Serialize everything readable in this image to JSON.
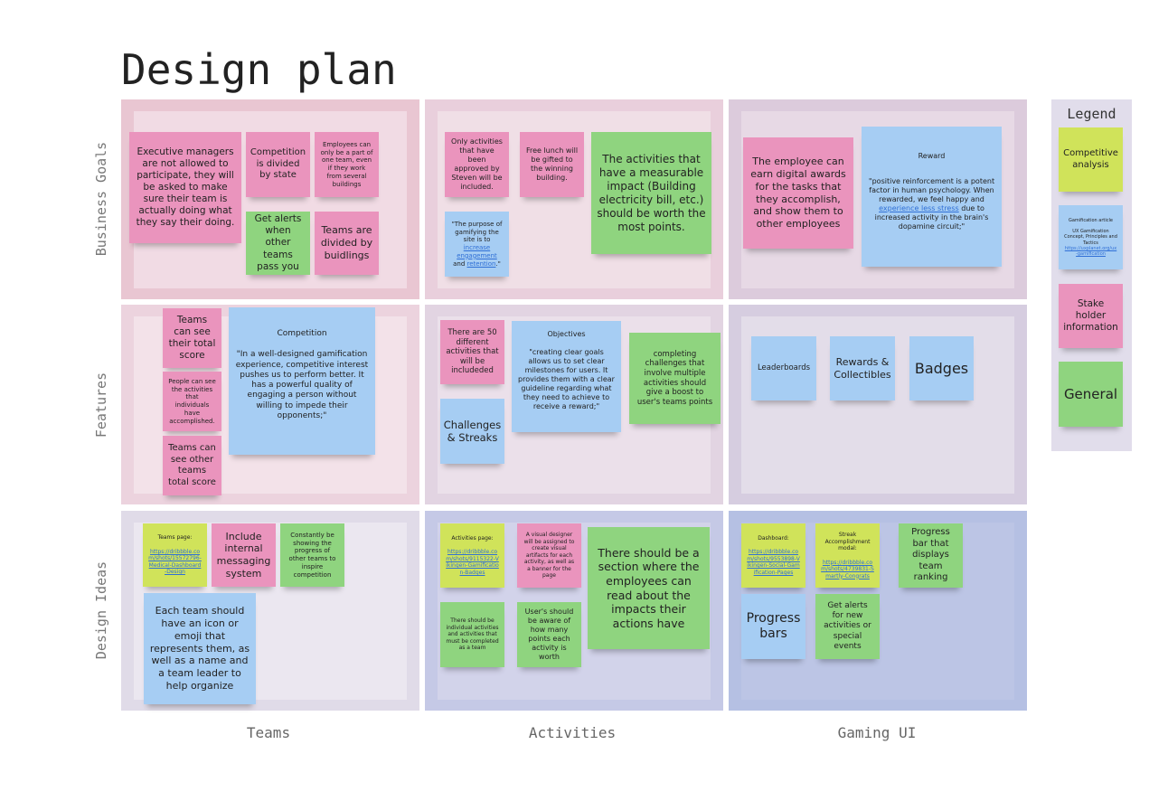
{
  "title": "Design plan",
  "rows": [
    "Business Goals",
    "Features",
    "Design Ideas"
  ],
  "columns": [
    "Teams",
    "Activities",
    "Gaming UI"
  ],
  "legend": {
    "title": "Legend",
    "items": [
      {
        "label": "Competitive analysis"
      },
      {
        "header": "Gamification article",
        "body": "UX Gamification Concept, Principles and Tactics",
        "link": "https://uxplanet.org/ux-gamification"
      },
      {
        "label": "Stake holder information"
      },
      {
        "label": "General"
      }
    ]
  },
  "notes": {
    "bg_teams": [
      "Executive managers are not allowed to participate, they will be asked to make sure their team is actually doing what they say their doing.",
      "Competition is divided by state",
      "Employees can only be a part of one team, even if they work from several buildings",
      "Get alerts when other teams pass you",
      "Teams are divided by buidlings"
    ],
    "bg_activities": [
      "Only activities that have been approved by Steven will be included.",
      "Free lunch will be gifted to the winning building.",
      "The activities that have a measurable impact (Building electricity bill, etc.) should be worth the most points.",
      {
        "pre": "\"The purpose of gamifying the site is to ",
        "link": "increase engagement",
        "mid": " and ",
        "link2": "retention",
        "post": ".\""
      }
    ],
    "bg_gaming": [
      "The employee can earn digital awards for the tasks that they accomplish, and show them to other employees",
      {
        "header": "Reward",
        "pre": "\"positive reinforcement is a potent factor in human psychology. When rewarded, we feel happy and ",
        "link": "experience less stress",
        "post": " due to increased activity in the brain's dopamine circuit;\""
      }
    ],
    "f_teams": [
      "Teams can see their total score",
      "People can see the activities that individuals have accomplished.",
      "Teams can see other teams total score",
      {
        "header": "Competition",
        "body": "\"In a well-designed gamification experience, competitive interest pushes us to perform better. It has a powerful quality of engaging a person without willing to impede their opponents;\""
      }
    ],
    "f_activities": [
      "There are 50 different activities that will be includeded",
      "Challenges & Streaks",
      {
        "header": "Objectives",
        "body": "\"creating clear goals allows us to set clear milestones for users. It provides them with a clear guideline regarding what they need to achieve to receive a reward;\""
      },
      "completing challenges that involve multiple activities should give a boost to user's teams points"
    ],
    "f_gaming": [
      "Leaderboards",
      "Rewards & Collectibles",
      "Badges"
    ],
    "d_teams": [
      {
        "header": "Teams page:",
        "link": "https://dribbble.com/shots/15572796-Medical-Dashboard-Design"
      },
      "Include internal messaging system",
      "Constantly be showing the progress of other teams to inspire competition",
      "Each team should have an icon or emoji that represents them, as well as a name and a team leader to help organize"
    ],
    "d_activities": [
      {
        "header": "Activities page:",
        "link": "https://dribbble.com/shots/9115322-Vikingen-Gamification-Badges"
      },
      "A visual designer will be assigned to create visual artifacts for each activity, as well as a banner for the page",
      "There should be a section where the employees can read about the impacts their actions have",
      "There should be individual activities and activities that must be completed as a team",
      "User's should be aware of how many points each activity is worth"
    ],
    "d_gaming": [
      {
        "header": "Dashboard:",
        "link": "https://dribbble.com/shots/9553898-Vikingen-Social-Gamification-Pages"
      },
      {
        "header": "Streak Accomplishment modal:",
        "link": "https://dribbble.com/shots/4739831-Smartly-Congrats"
      },
      "Progress bar that displays team ranking",
      "Progress bars",
      "Get alerts for new activities or special events"
    ]
  },
  "colors": {
    "pink_note": "#ea94bd",
    "green_note": "#8fd47f",
    "blue_note": "#a6cdf3",
    "yellow_note": "#d0e35a"
  }
}
